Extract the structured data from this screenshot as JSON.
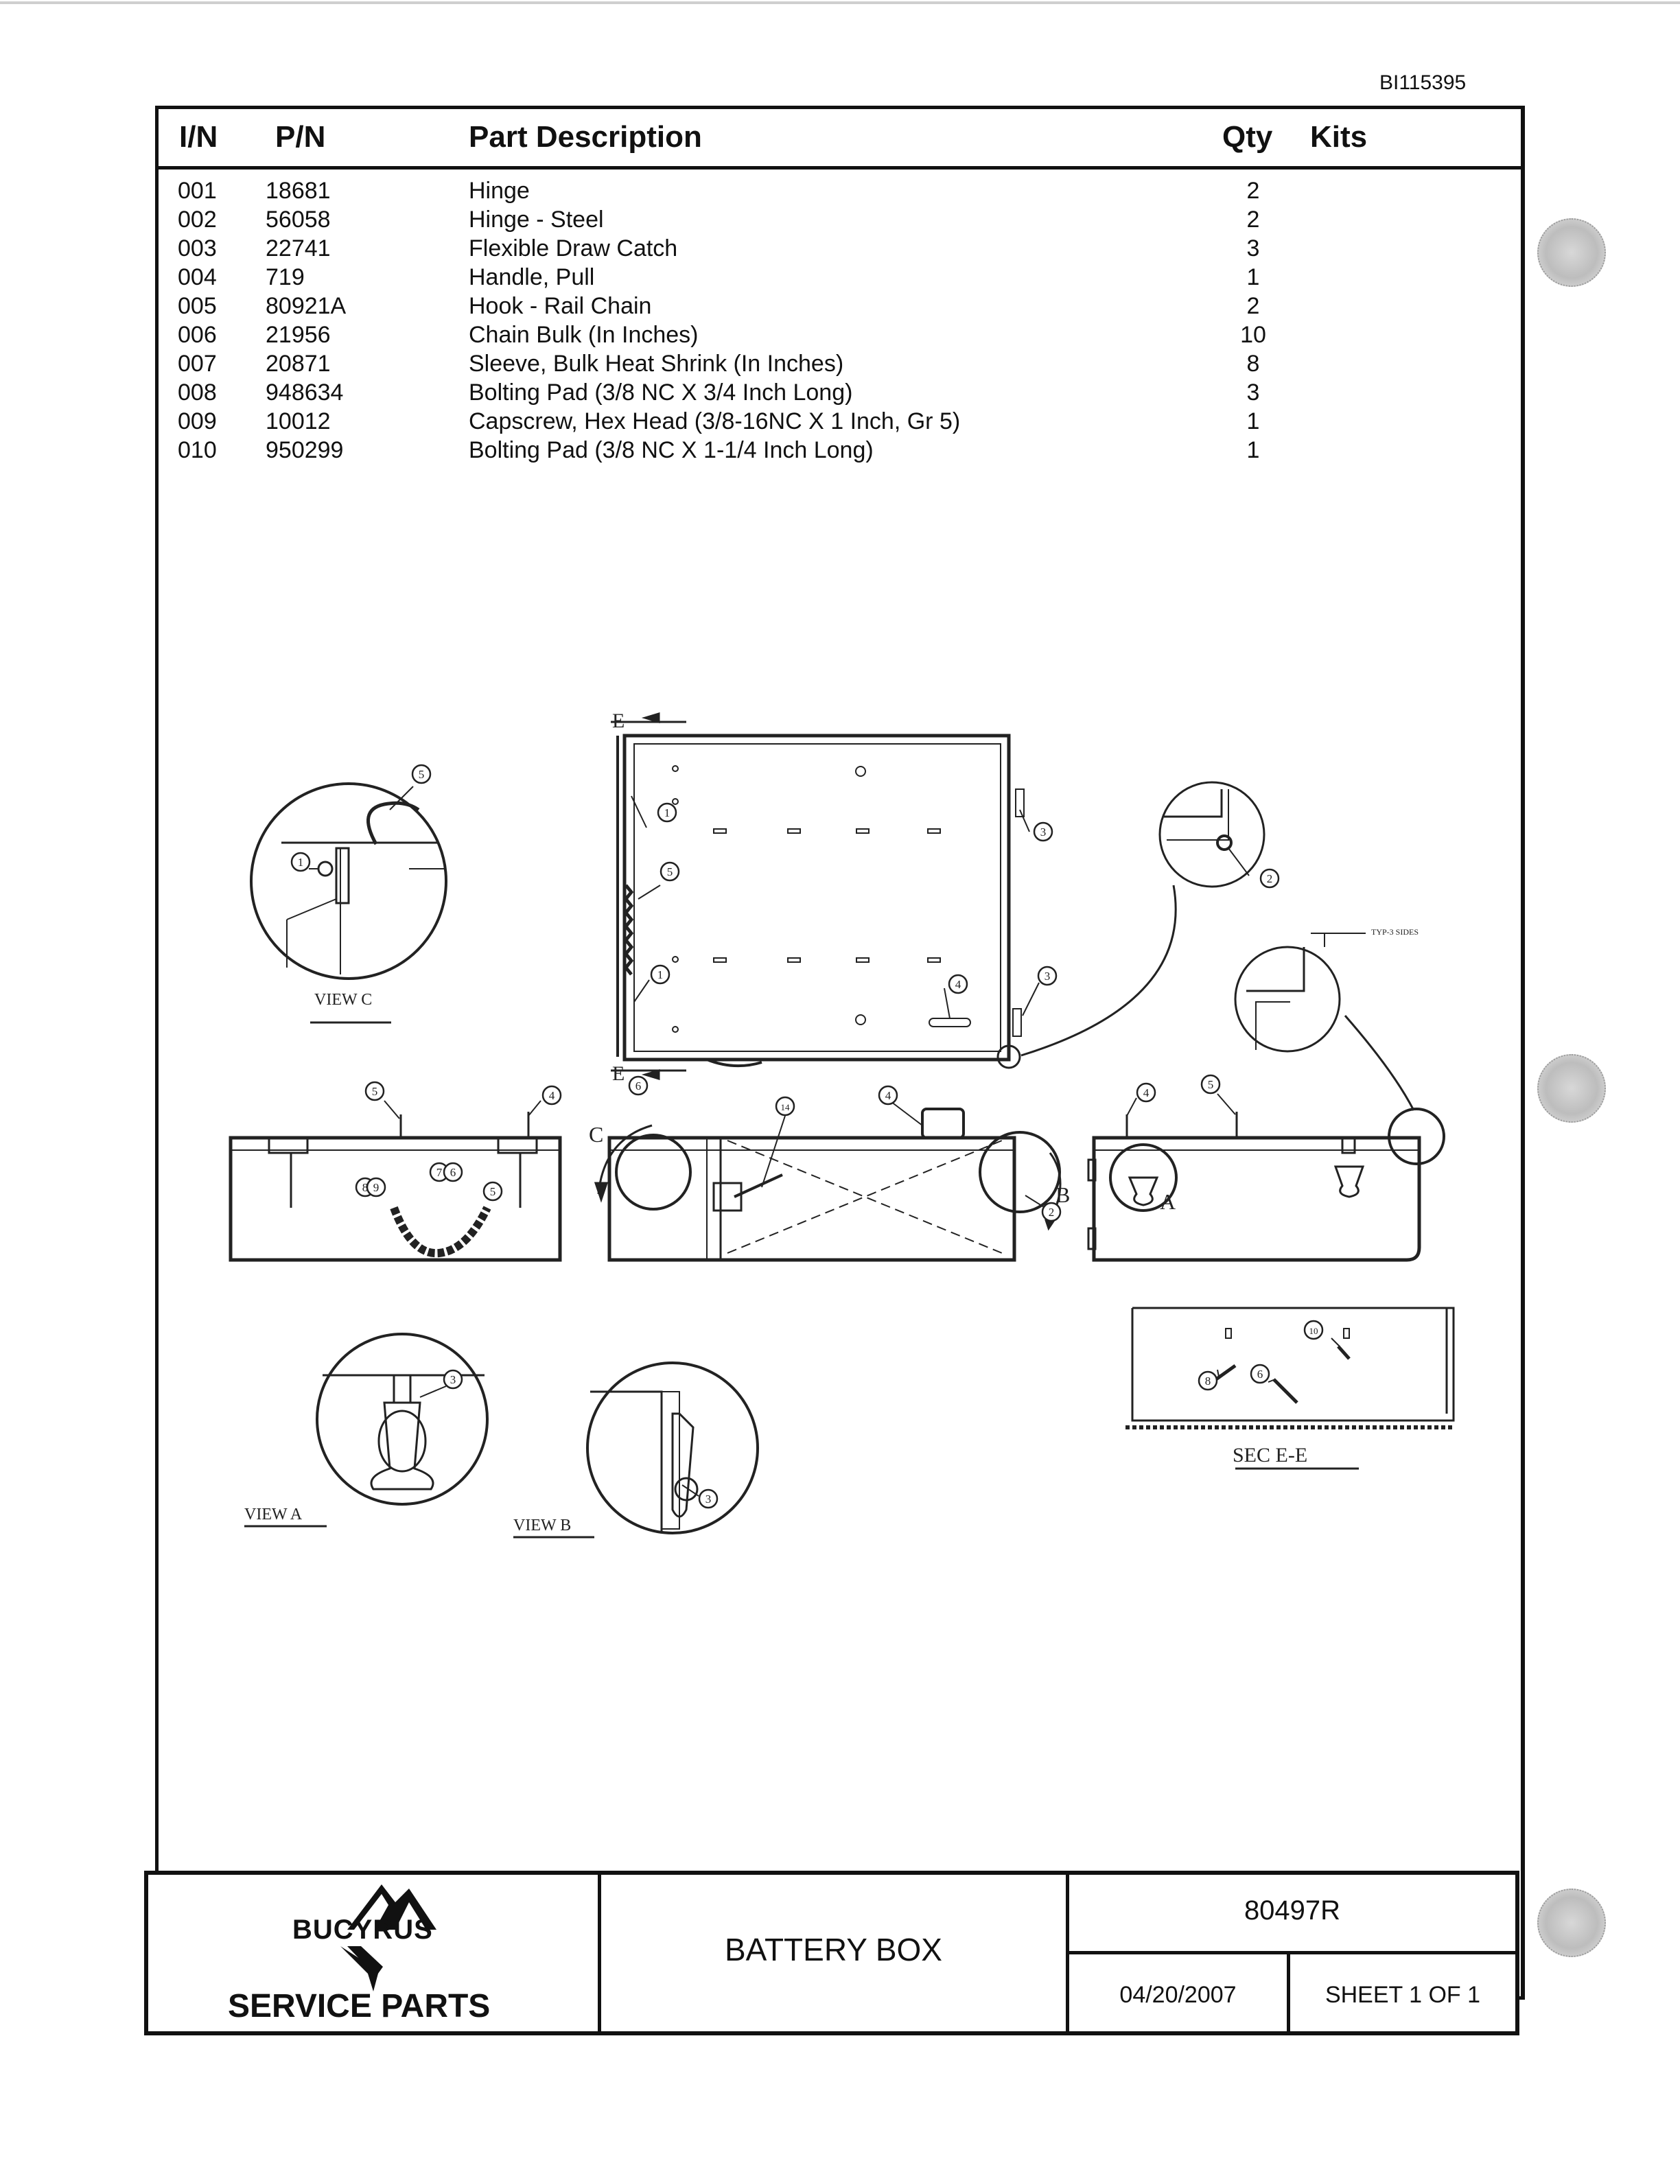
{
  "document_id": "BI115395",
  "table": {
    "headers": {
      "in": "I/N",
      "pn": "P/N",
      "description": "Part Description",
      "qty": "Qty",
      "kits": "Kits"
    },
    "rows": [
      {
        "in": "001",
        "pn": "18681",
        "description": "Hinge",
        "qty": "2"
      },
      {
        "in": "002",
        "pn": "56058",
        "description": "Hinge - Steel",
        "qty": "2"
      },
      {
        "in": "003",
        "pn": "22741",
        "description": "Flexible Draw Catch",
        "qty": "3"
      },
      {
        "in": "004",
        "pn": "719",
        "description": "Handle,  Pull",
        "qty": "1"
      },
      {
        "in": "005",
        "pn": "80921A",
        "description": "Hook - Rail Chain",
        "qty": "2"
      },
      {
        "in": "006",
        "pn": "21956",
        "description": "Chain Bulk (In Inches)",
        "qty": "10"
      },
      {
        "in": "007",
        "pn": "20871",
        "description": "Sleeve, Bulk Heat Shrink (In Inches)",
        "qty": "8"
      },
      {
        "in": "008",
        "pn": "948634",
        "description": "Bolting Pad (3/8 NC X 3/4 Inch Long)",
        "qty": "3"
      },
      {
        "in": "009",
        "pn": "10012",
        "description": "Capscrew, Hex Head (3/8-16NC X 1 Inch, Gr 5)",
        "qty": "1"
      },
      {
        "in": "010",
        "pn": "950299",
        "description": "Bolting Pad (3/8 NC X 1-1/4 Inch Long)",
        "qty": "1"
      }
    ]
  },
  "drawing": {
    "view_labels": {
      "view_c": "VIEW C",
      "view_a": "VIEW A",
      "view_b": "VIEW B",
      "sec_ee": "SEC E-E"
    },
    "section_markers": {
      "e_top": "E",
      "e_bottom": "E",
      "c": "C",
      "b": "B",
      "a": "A"
    },
    "weld_note": "TYP-3 SIDES",
    "balloons": [
      "1",
      "2",
      "3",
      "4",
      "5",
      "6",
      "7",
      "8",
      "9",
      "10",
      "14"
    ]
  },
  "title_block": {
    "brand": "BUCYRUS",
    "brand_sub": "SERVICE PARTS",
    "title": "BATTERY BOX",
    "part_number": "80497R",
    "date": "04/20/2007",
    "sheet": "SHEET 1 OF 1"
  }
}
